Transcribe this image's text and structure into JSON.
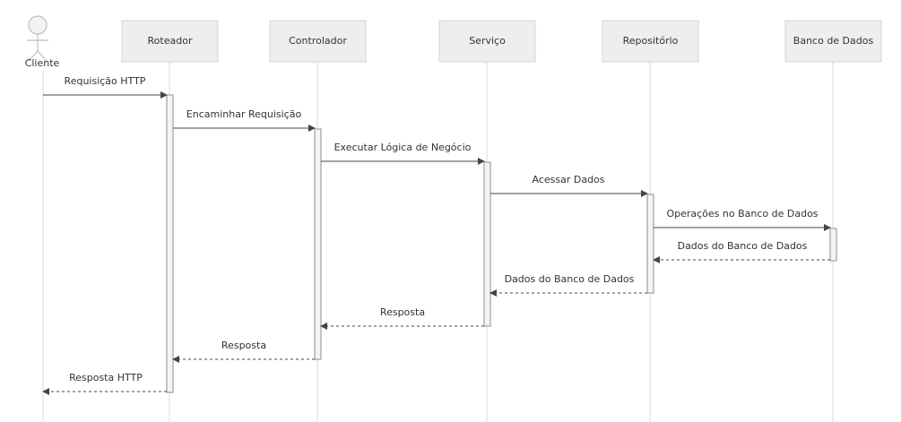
{
  "diagram": {
    "actor": {
      "label": "Cliente"
    },
    "participants": [
      {
        "key": "roteador",
        "label": "Roteador"
      },
      {
        "key": "controlador",
        "label": "Controlador"
      },
      {
        "key": "servico",
        "label": "Serviço"
      },
      {
        "key": "repositorio",
        "label": "Repositório"
      },
      {
        "key": "banco",
        "label": "Banco de Dados"
      }
    ],
    "messages": [
      {
        "from": "cliente",
        "to": "roteador",
        "text": "Requisição HTTP",
        "type": "solid"
      },
      {
        "from": "roteador",
        "to": "controlador",
        "text": "Encaminhar Requisição",
        "type": "solid"
      },
      {
        "from": "controlador",
        "to": "servico",
        "text": "Executar Lógica de Negócio",
        "type": "solid"
      },
      {
        "from": "servico",
        "to": "repositorio",
        "text": "Acessar Dados",
        "type": "solid"
      },
      {
        "from": "repositorio",
        "to": "banco",
        "text": "Operações no Banco de Dados",
        "type": "solid"
      },
      {
        "from": "banco",
        "to": "repositorio",
        "text": "Dados do Banco de Dados",
        "type": "dashed"
      },
      {
        "from": "repositorio",
        "to": "servico",
        "text": "Dados do Banco de Dados",
        "type": "dashed"
      },
      {
        "from": "servico",
        "to": "controlador",
        "text": "Resposta",
        "type": "dashed"
      },
      {
        "from": "controlador",
        "to": "roteador",
        "text": "Resposta",
        "type": "dashed"
      },
      {
        "from": "roteador",
        "to": "cliente",
        "text": "Resposta HTTP",
        "type": "dashed"
      }
    ]
  }
}
